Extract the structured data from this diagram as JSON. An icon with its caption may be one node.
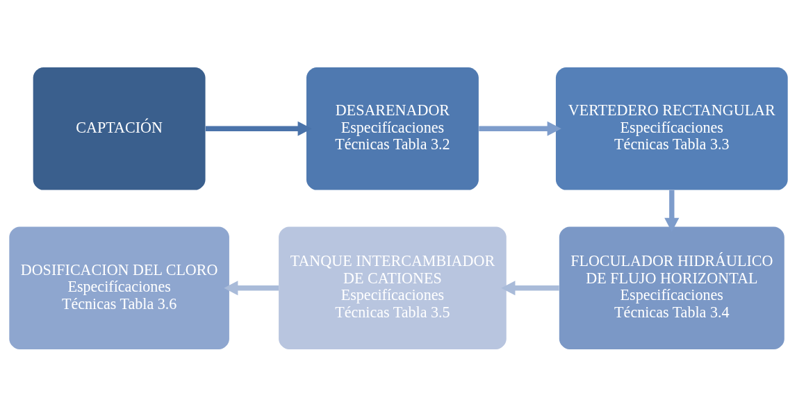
{
  "diagram": {
    "nodes": [
      {
        "text": [
          "CAPTACIÓN"
        ]
      },
      {
        "text": [
          "DESARENADOR",
          "Especifícaciones Técnicas Tabla 3.2"
        ]
      },
      {
        "text": [
          "VERTEDERO RECTANGULAR",
          "Especifícaciones Técnicas Tabla 3.3"
        ]
      },
      {
        "text": [
          "FLOCULADOR HIDRÁULICO DE FLUJO HORIZONTAL",
          "Especifícaciones Técnicas Tabla 3.4"
        ]
      },
      {
        "text": [
          "TANQUE INTERCAMBIADOR DE CATIONES",
          "Especifícaciones Técnicas Tabla 3.5"
        ]
      },
      {
        "text": [
          "DOSIFICACION DEL CLORO",
          "Especifícaciones Técnicas Tabla 3.6"
        ]
      }
    ],
    "edges": [
      {
        "from": 0,
        "to": 1,
        "arrow": "to"
      },
      {
        "from": 1,
        "to": 2,
        "arrow": "to"
      },
      {
        "from": 2,
        "to": 3,
        "arrow": "to"
      },
      {
        "from": 3,
        "to": 4,
        "arrow": "to"
      },
      {
        "from": 4,
        "to": 5,
        "arrow": "to"
      }
    ]
  }
}
